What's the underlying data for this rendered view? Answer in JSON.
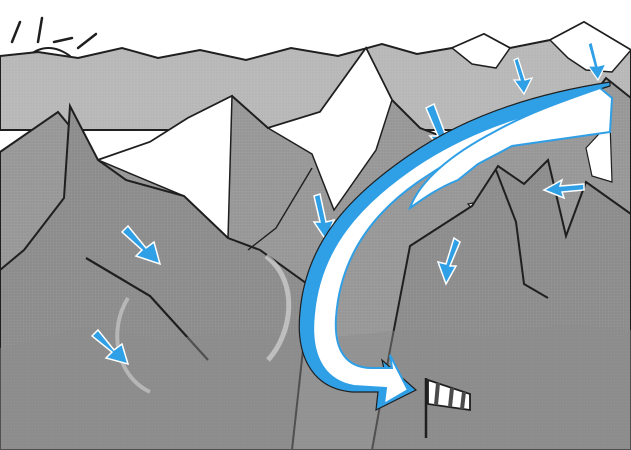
{
  "diagram": {
    "kind": "illustration",
    "elements": [
      "sun-icon",
      "mountain-range",
      "snow-caps",
      "valley-floor",
      "downslope-wind-arrows",
      "main-valley-wind-arrow",
      "windsock-icon"
    ]
  },
  "colors": {
    "sky": "#ffffff",
    "mountain_far": "#b9b9b9",
    "mountain_mid": "#9a9a9a",
    "mountain_near": "#8f8f8f",
    "valley": "#8c8c8c",
    "snow": "#ffffff",
    "outline": "#1f1f1f",
    "arrow_blue": "#2f9fe6",
    "arrow_white": "#ffffff",
    "windsock_stripe": "#4b4b4b"
  }
}
